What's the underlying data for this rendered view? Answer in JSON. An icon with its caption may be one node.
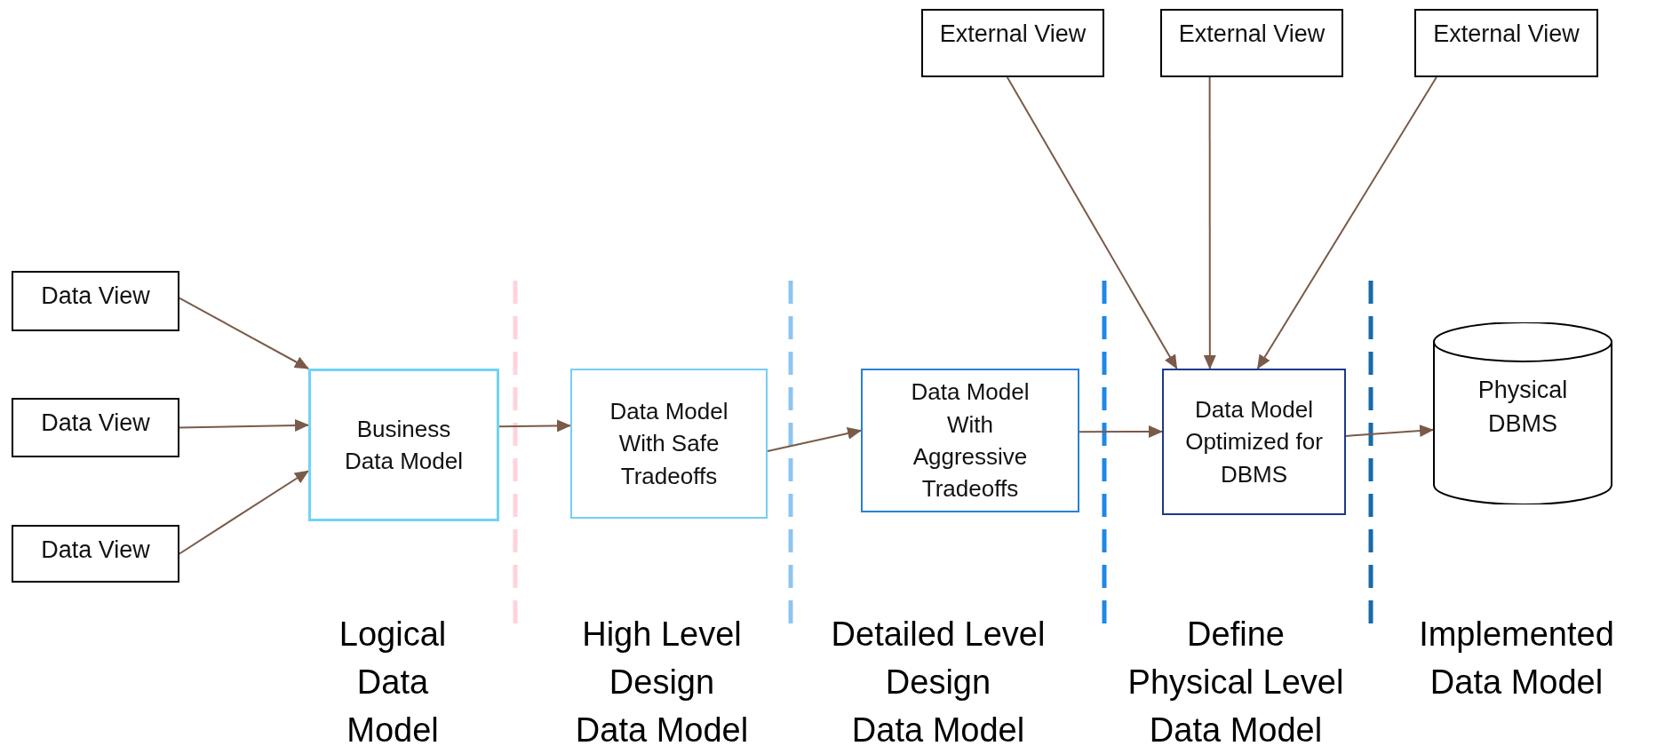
{
  "diagram": {
    "nodes": [
      {
        "text": [
          "Data View"
        ]
      },
      {
        "text": [
          "Data View"
        ]
      },
      {
        "text": [
          "Data View"
        ]
      },
      {
        "text": [
          "Business Data Model"
        ]
      },
      {
        "text": [
          "Data Model With Safe Tradeoffs"
        ]
      },
      {
        "text": [
          "Data Model With Aggressive Tradeoffs"
        ]
      },
      {
        "text": [
          "Data Model Optimized for DBMS"
        ]
      },
      {
        "text": [
          "Physical DBMS"
        ]
      },
      {
        "text": [
          "External View"
        ]
      },
      {
        "text": [
          "External View"
        ]
      },
      {
        "text": [
          "External View"
        ]
      }
    ],
    "edges": [
      {
        "from": 0,
        "to": 3,
        "arrow": "to"
      },
      {
        "from": 1,
        "to": 3,
        "arrow": "to"
      },
      {
        "from": 2,
        "to": 3,
        "arrow": "to"
      },
      {
        "from": 3,
        "to": 4,
        "arrow": "to"
      },
      {
        "from": 4,
        "to": 5,
        "arrow": "to"
      },
      {
        "from": 5,
        "to": 6,
        "arrow": "to"
      },
      {
        "from": 6,
        "to": 7,
        "arrow": "to"
      },
      {
        "from": 8,
        "to": 6,
        "arrow": "to"
      },
      {
        "from": 9,
        "to": 6,
        "arrow": "to"
      },
      {
        "from": 10,
        "to": 6,
        "arrow": "to"
      }
    ],
    "labels": [
      "Logical Data Model",
      "High Level Design Data Model",
      "Detailed Level Design Data Model",
      "Define Physical Level Data Model",
      "Implemented Data Model"
    ]
  }
}
